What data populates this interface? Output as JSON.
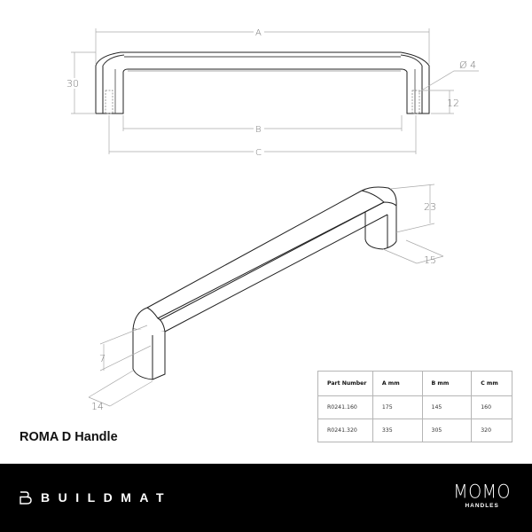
{
  "product": {
    "title": "ROMA D Handle"
  },
  "front_view": {
    "dimension_labels": {
      "overall_length": "A",
      "inner_length": "B",
      "hole_centers": "C",
      "height": "30",
      "thread_depth": "12",
      "thread_diameter": "Ø 4"
    }
  },
  "iso_view": {
    "dimension_labels": {
      "leg_height": "23",
      "leg_depth": "15",
      "bar_thickness": "7",
      "bar_width": "14"
    }
  },
  "spec_table": {
    "headers": [
      "Part Number",
      "A mm",
      "B mm",
      "C mm"
    ],
    "rows": [
      [
        "R0241.160",
        "175",
        "145",
        "160"
      ],
      [
        "R0241.320",
        "335",
        "305",
        "320"
      ]
    ]
  },
  "footer": {
    "brand_left": "BUILDMAT",
    "brand_right": "MOMO",
    "brand_right_sub": "HANDLES",
    "background_color": "#000000",
    "text_color": "#ffffff"
  }
}
